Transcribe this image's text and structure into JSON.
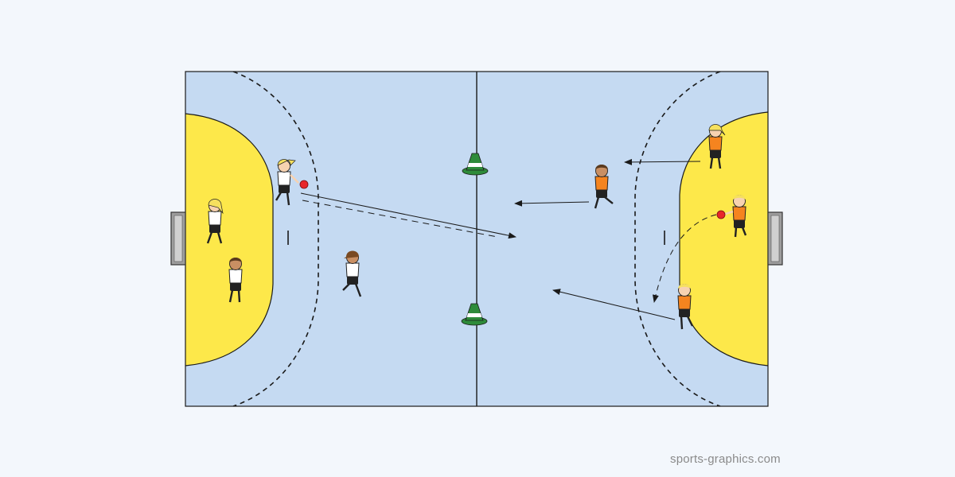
{
  "diagram": {
    "court_color": "#c5daf2",
    "goal_area_color": "#fde84a",
    "line_color": "#1a1a1a",
    "team_white_shirt": "#ffffff",
    "team_orange_shirt": "#f5841f",
    "ball_color": "#e8262a",
    "cone_color": "#2e8b3a",
    "players": {
      "left_team": [
        "left-goalkeeper",
        "left-defender-low",
        "left-attacker-with-ball",
        "left-runner"
      ],
      "right_team": [
        "right-top-player",
        "right-attacker-runner",
        "right-goalkeeper-with-ball",
        "right-bottom-player"
      ]
    },
    "cones": [
      "cone-top-center",
      "cone-bottom-center"
    ]
  },
  "footer": {
    "watermark": "sports-graphics.com"
  }
}
